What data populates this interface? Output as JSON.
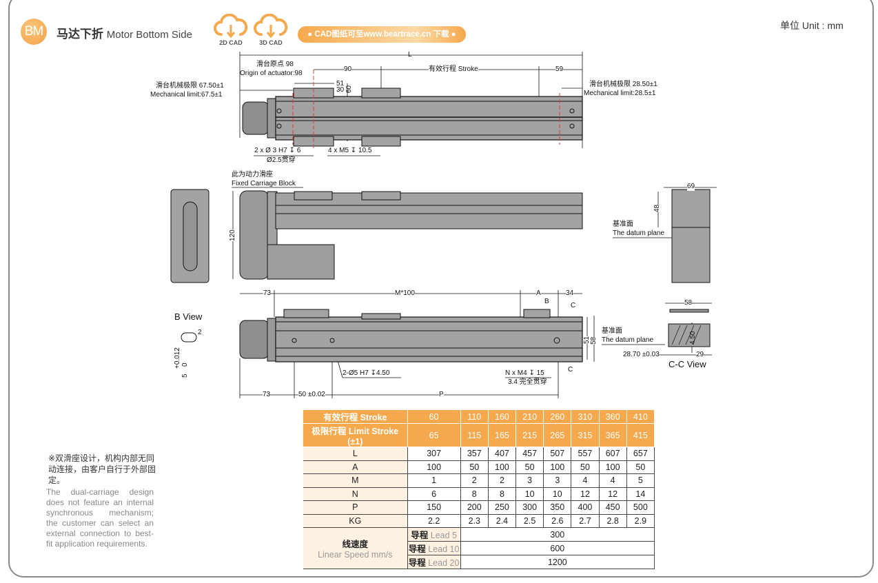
{
  "header": {
    "logo": "BM",
    "title_cn": "马达下折",
    "title_en": "Motor Bottom Side",
    "cad2d": "2D CAD",
    "cad3d": "3D CAD",
    "cad_link": "● CAD图纸可至www.beartrace.cn 下载 ●",
    "unit": "单位 Unit : mm"
  },
  "colors": {
    "accent": "#f6a94c",
    "body_gray": "#a3a3a3",
    "datum_red": "#e53935"
  },
  "drawing": {
    "L": "L",
    "origin_cn": "滑台原点 98",
    "origin_en": "Origin of actuator:98",
    "d90": "90",
    "stroke": "有效行程 Stroke",
    "d59": "59",
    "mech_left_cn": "滑台机械极限 67.50±1",
    "mech_left_en": "Mechanical limit:67.5±1",
    "mech_right_cn": "滑台机械极限 28.50±1",
    "mech_right_en": "Mechanical limit:28.5±1",
    "d51": "51",
    "d30": "30",
    "d60": "60",
    "pin_hole": "2 x Ø 3 H7 ↧ 6",
    "pin_thru": "Ø2.5贯穿",
    "m5": "4 x  M5 ↧ 10.5",
    "fixed_cn": "此为动力滑座",
    "fixed_en": "Fixed Carriage Block",
    "d120": "120",
    "d69": "69",
    "d48": "48",
    "datum_cn": "基准面",
    "datum_en": "The datum plane",
    "d73a": "73",
    "m100": "M*100",
    "A": "A",
    "d34": "34",
    "B": "B",
    "C": "C",
    "b_view": "B View",
    "b2": "2",
    "b_tol": "+0.012",
    "b_zero": "0",
    "b5": "5",
    "d51b": "51",
    "d58b": "58",
    "pin2": "2-Ø5 H7 ↧4.50",
    "nm4": "N x M4 ↧ 15",
    "nm4_thru": "3.4 完全贯穿",
    "d73b": "73",
    "d50": "50 ±0.02",
    "P": "P",
    "d58": "58",
    "d4_50": "4.50",
    "d2870": "28.70 ±0.03",
    "d29": "29",
    "cc_view": "C-C View"
  },
  "table": {
    "stroke_label": "有效行程 Stroke",
    "stroke": [
      "60",
      "110",
      "160",
      "210",
      "260",
      "310",
      "360",
      "410"
    ],
    "limit_label": "极限行程 Limit Stroke (±1)",
    "limit": [
      "65",
      "115",
      "165",
      "215",
      "265",
      "315",
      "365",
      "415"
    ],
    "rows": [
      {
        "label": "L",
        "values": [
          "307",
          "357",
          "407",
          "457",
          "507",
          "557",
          "607",
          "657"
        ]
      },
      {
        "label": "A",
        "values": [
          "100",
          "50",
          "100",
          "50",
          "100",
          "50",
          "100",
          "50"
        ]
      },
      {
        "label": "M",
        "values": [
          "1",
          "2",
          "2",
          "3",
          "3",
          "4",
          "4",
          "5"
        ]
      },
      {
        "label": "N",
        "values": [
          "6",
          "8",
          "8",
          "10",
          "10",
          "12",
          "12",
          "14"
        ]
      },
      {
        "label": "P",
        "values": [
          "150",
          "200",
          "250",
          "300",
          "350",
          "400",
          "450",
          "500"
        ]
      },
      {
        "label": "KG",
        "values": [
          "2.2",
          "2.3",
          "2.4",
          "2.5",
          "2.6",
          "2.7",
          "2.8",
          "2.9"
        ]
      }
    ],
    "speed_cn": "线速度",
    "speed_en": "Linear Speed mm/s",
    "leads": [
      {
        "cn": "导程",
        "en": "Lead 5",
        "value": "300"
      },
      {
        "cn": "导程",
        "en": "Lead 10",
        "value": "600"
      },
      {
        "cn": "导程",
        "en": "Lead 20",
        "value": "1200"
      }
    ]
  },
  "note": {
    "cn": "※双滑座设计，机构内部无同动连接，由客户自行于外部固定。",
    "en": "The dual-carriage design does not feature an internal synchronous mechanism; the customer can select an external connection to best-fit application requirements."
  }
}
